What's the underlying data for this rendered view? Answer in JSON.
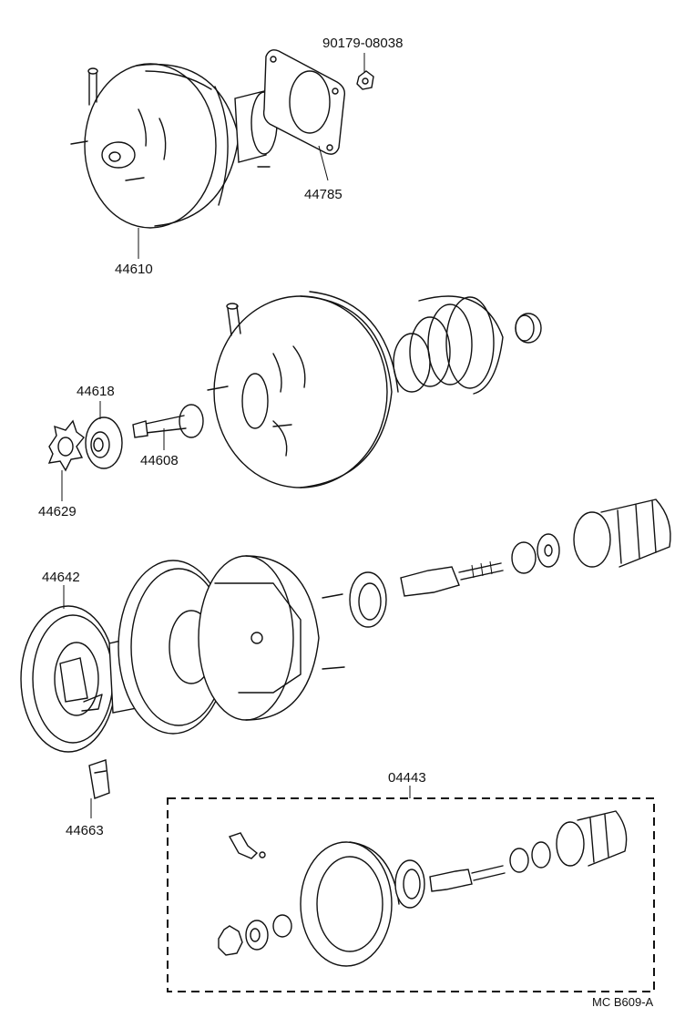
{
  "labels": {
    "p90179": "90179-08038",
    "p44785": "44785",
    "p44610": "44610",
    "p44618": "44618",
    "p44608": "44608",
    "p44629": "44629",
    "p44642": "44642",
    "p44663": "44663",
    "p04443": "04443"
  },
  "figure_code": "MC  B609-A"
}
